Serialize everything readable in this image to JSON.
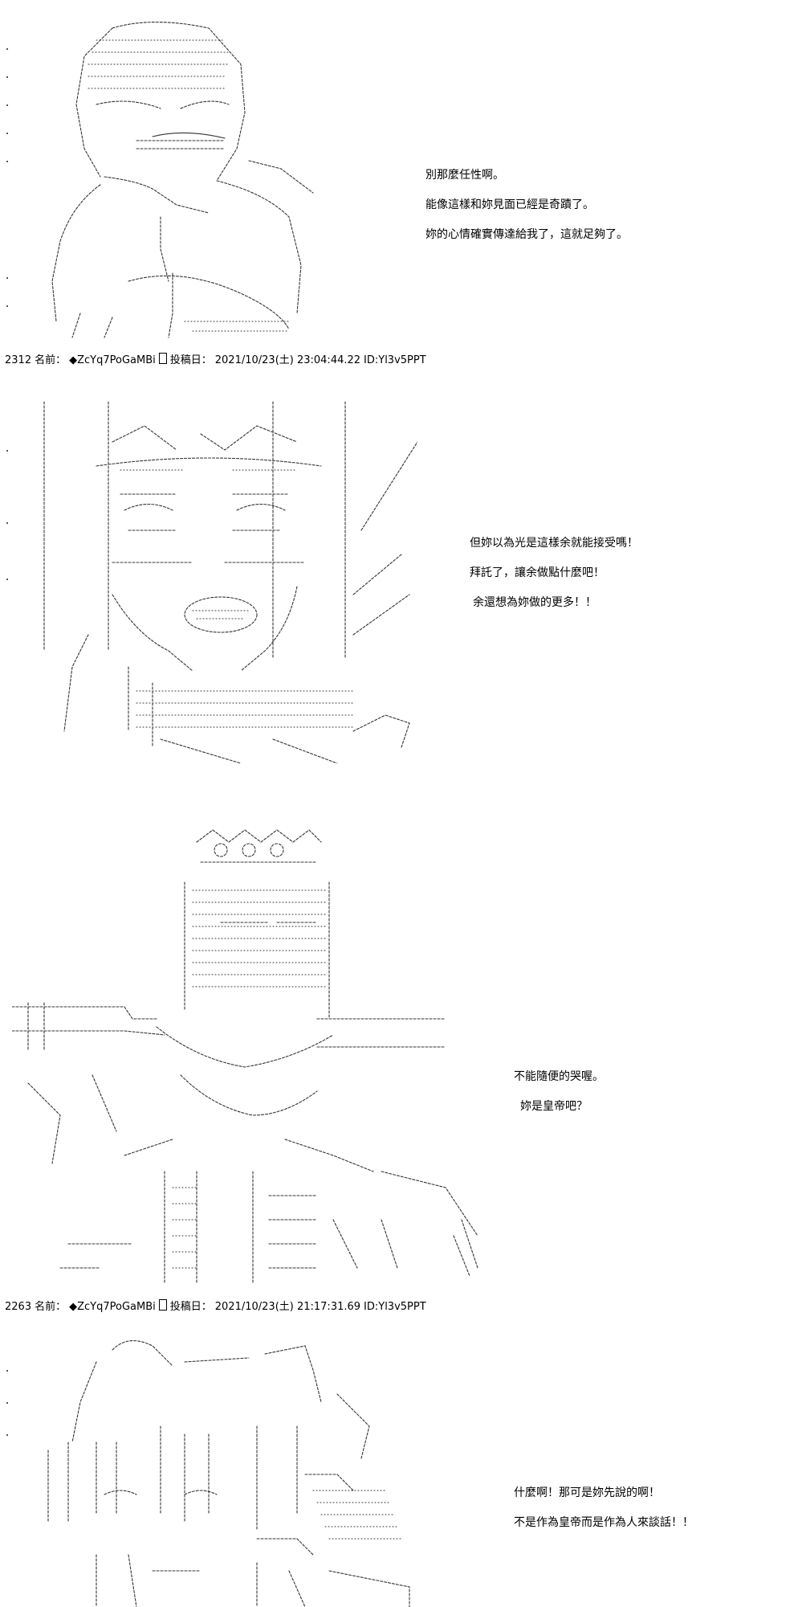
{
  "panels": [
    {
      "id": "panel-1",
      "lines": [
        "別那麼任性啊。",
        "能像這樣和妳見面已經是奇蹟了。",
        "妳的心情確實傳達給我了，這就足夠了。"
      ]
    },
    {
      "id": "panel-2",
      "lines": [
        "但妳以為光是這樣余就能接受嗎！",
        "拜託了，讓余做點什麼吧！",
        "余還想為妳做的更多！！"
      ]
    },
    {
      "id": "panel-3",
      "lines": [
        "不能隨便的哭喔。",
        "妳是皇帝吧？"
      ]
    },
    {
      "id": "panel-4",
      "lines": [
        "什麼啊！那可是妳先說的啊！",
        "不是作為皇帝而是作為人來談話！！"
      ]
    }
  ],
  "posts": [
    {
      "number": "2312",
      "name_label": "名前：",
      "trip": "◆ZcYq7PoGaMBi",
      "posted_label": "投稿日：",
      "datetime": "2021/10/23(土) 23:04:44.22",
      "id": "ID:Yl3v5PPT"
    },
    {
      "number": "2263",
      "name_label": "名前：",
      "trip": "◆ZcYq7PoGaMBi",
      "posted_label": "投稿日：",
      "datetime": "2021/10/23(土) 21:17:31.69",
      "id": "ID:Yl3v5PPT"
    }
  ]
}
